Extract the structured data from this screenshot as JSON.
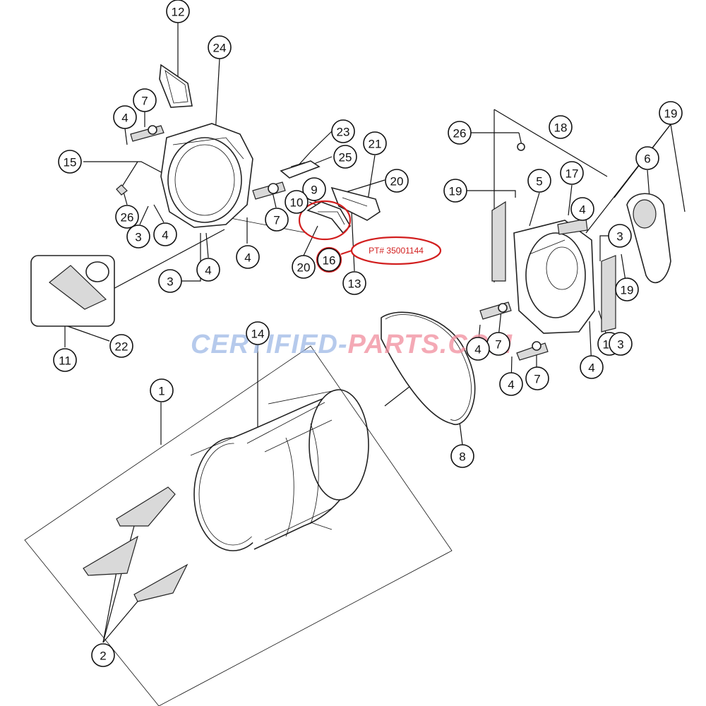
{
  "diagram": {
    "callouts": [
      {
        "label": "12"
      },
      {
        "label": "24"
      },
      {
        "label": "7"
      },
      {
        "label": "4"
      },
      {
        "label": "15"
      },
      {
        "label": "26"
      },
      {
        "label": "3"
      },
      {
        "label": "4"
      },
      {
        "label": "3"
      },
      {
        "label": "4"
      },
      {
        "label": "4"
      },
      {
        "label": "7"
      },
      {
        "label": "23"
      },
      {
        "label": "25"
      },
      {
        "label": "21"
      },
      {
        "label": "20"
      },
      {
        "label": "9"
      },
      {
        "label": "10"
      },
      {
        "label": "20"
      },
      {
        "label": "16"
      },
      {
        "label": "13"
      },
      {
        "label": "11"
      },
      {
        "label": "22"
      },
      {
        "label": "14"
      },
      {
        "label": "1"
      },
      {
        "label": "2"
      },
      {
        "label": "8"
      },
      {
        "label": "26"
      },
      {
        "label": "18"
      },
      {
        "label": "19"
      },
      {
        "label": "19"
      },
      {
        "label": "6"
      },
      {
        "label": "5"
      },
      {
        "label": "17"
      },
      {
        "label": "4"
      },
      {
        "label": "19"
      },
      {
        "label": "3"
      },
      {
        "label": "19"
      },
      {
        "label": "4"
      },
      {
        "label": "7"
      },
      {
        "label": "3"
      },
      {
        "label": "4"
      },
      {
        "label": "4"
      },
      {
        "label": "7"
      }
    ],
    "highlight_label": "PT# 35001144",
    "watermark": "CERTIFIED-PARTS.COM",
    "highlight_color": "#d21f1f"
  }
}
